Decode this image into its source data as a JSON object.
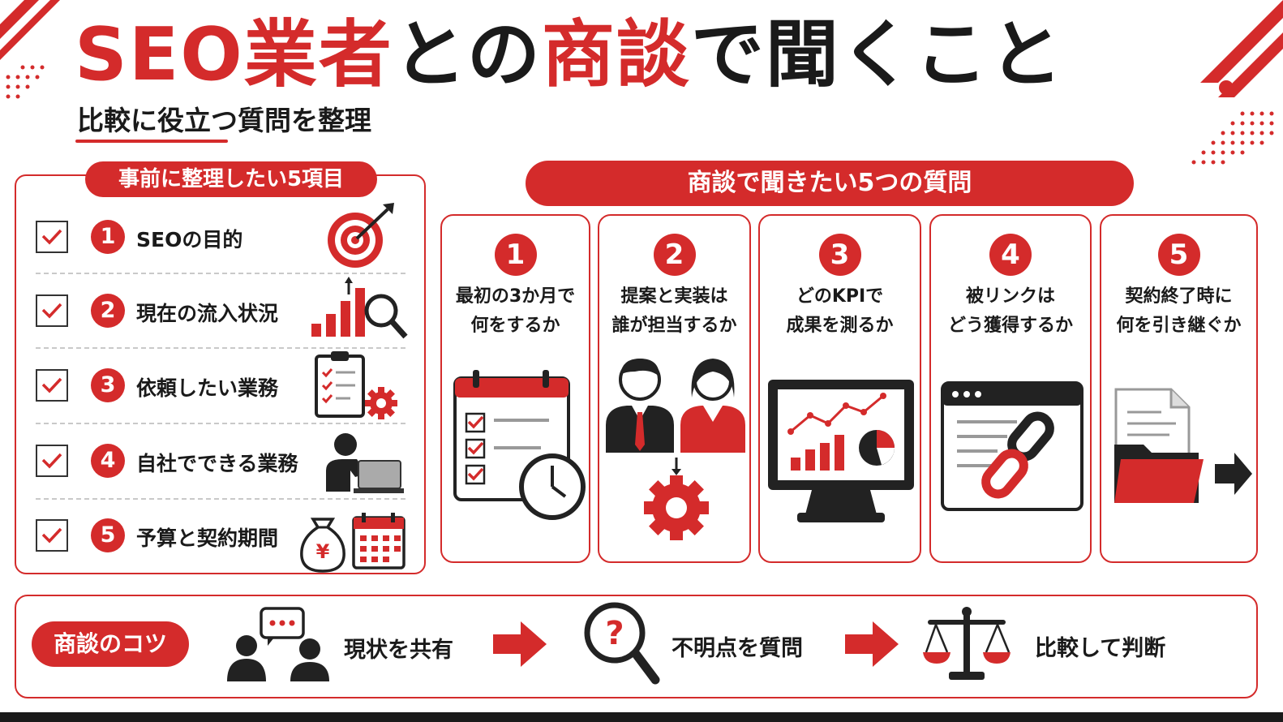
{
  "title": {
    "part1": "SEO業者",
    "part2": "との",
    "part3": "商談",
    "part4": "で聞くこと"
  },
  "subtitle": "比較に役立つ質問を整理",
  "left_panel": {
    "header": "事前に整理したい5項目",
    "items": [
      {
        "num": "1",
        "label": "SEOの目的",
        "icon": "target-icon"
      },
      {
        "num": "2",
        "label": "現在の流入状況",
        "icon": "bar-chart-magnifier-icon"
      },
      {
        "num": "3",
        "label": "依頼したい業務",
        "icon": "clipboard-gear-icon"
      },
      {
        "num": "4",
        "label": "自社でできる業務",
        "icon": "person-laptop-icon"
      },
      {
        "num": "5",
        "label": "予算と契約期間",
        "icon": "moneybag-calendar-icon"
      }
    ]
  },
  "right_panel": {
    "header": "商談で聞きたい5つの質問",
    "questions": [
      {
        "num": "1",
        "line1": "最初の3か月で",
        "line2": "何をするか",
        "icon": "calendar-clock-icon"
      },
      {
        "num": "2",
        "line1": "提案と実装は",
        "line2": "誰が担当するか",
        "icon": "people-gear-icon"
      },
      {
        "num": "3",
        "line1": "どのKPIで",
        "line2": "成果を測るか",
        "icon": "monitor-chart-icon"
      },
      {
        "num": "4",
        "line1": "被リンクは",
        "line2": "どう獲得するか",
        "icon": "browser-link-icon"
      },
      {
        "num": "5",
        "line1": "契約終了時に",
        "line2": "何を引き継ぐか",
        "icon": "document-folder-arrow-icon"
      }
    ]
  },
  "tips": {
    "header": "商談のコツ",
    "steps": [
      {
        "label": "現状を共有",
        "icon": "people-chat-icon"
      },
      {
        "label": "不明点を質問",
        "icon": "question-magnifier-icon"
      },
      {
        "label": "比較して判断",
        "icon": "scale-icon"
      }
    ],
    "money_symbol": "¥"
  },
  "colors": {
    "accent": "#d42b2b",
    "dark": "#1a1a1a",
    "border_gray": "#c9c9c9"
  }
}
